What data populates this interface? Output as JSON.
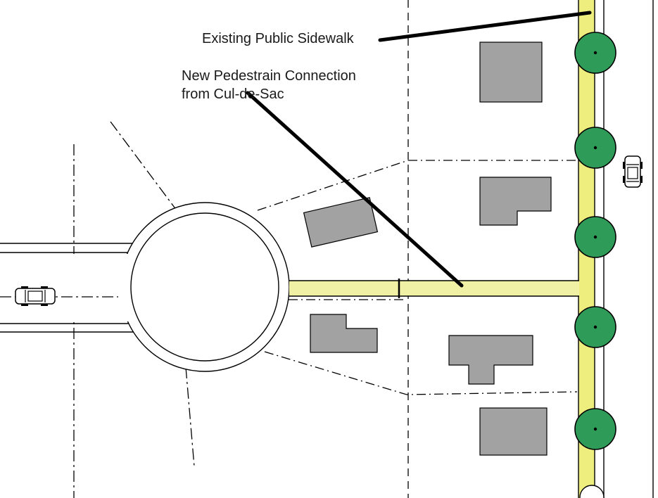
{
  "annotations": {
    "sidewalk_label": "Existing Public Sidewalk",
    "connection_label_line1": "New Pedestrain Connection",
    "connection_label_line2": "from Cul-de-Sac"
  },
  "colors": {
    "background": "#FFFFFF",
    "sidewalk": "#EDEE7D",
    "path": "#F0F1A4",
    "tree": "#2E9B58",
    "building": "#A2A2A2",
    "line": "#000000"
  },
  "icons": {
    "tree": "filled green circle with center dot",
    "car": "top-view car glyph"
  }
}
